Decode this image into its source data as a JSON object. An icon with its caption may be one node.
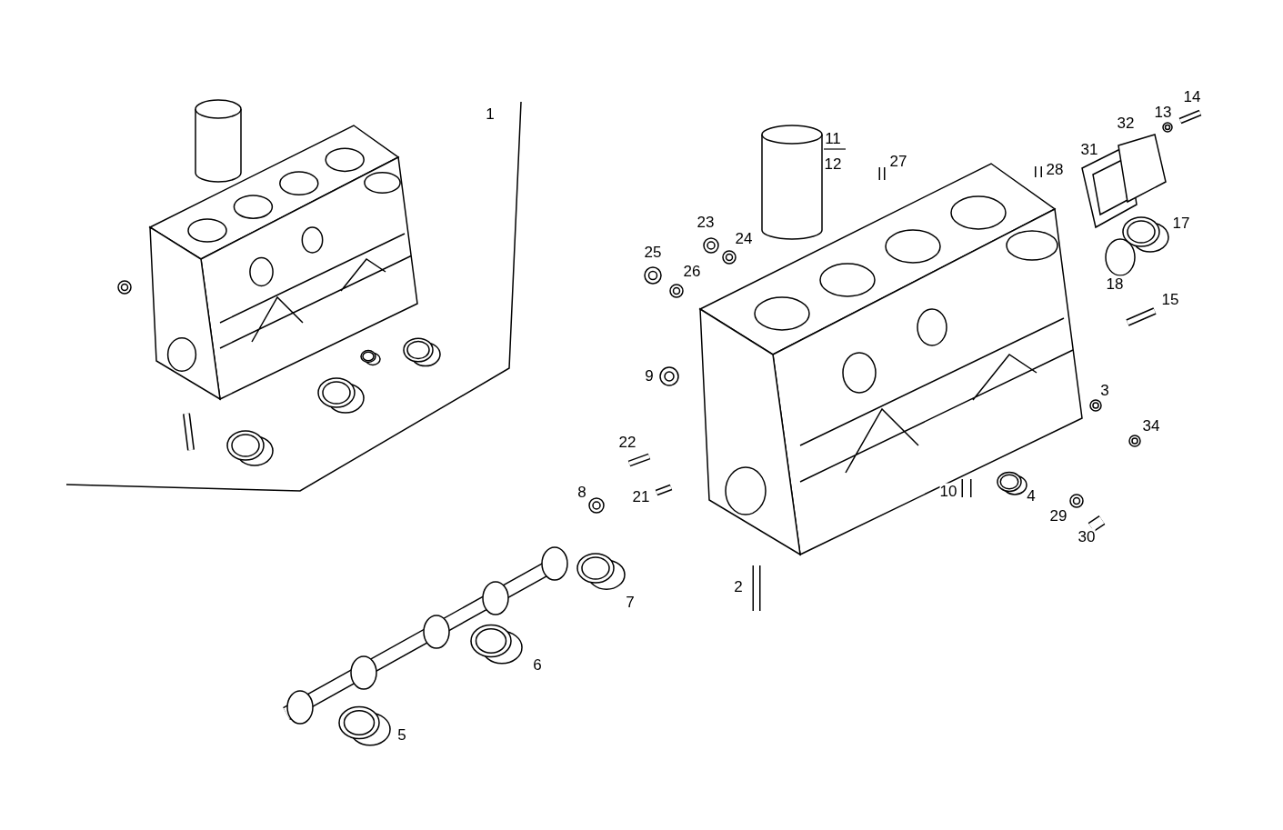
{
  "diagram": {
    "labels": [
      "14",
      "13",
      "32",
      "1",
      "11",
      "12",
      "31",
      "27",
      "28",
      "23",
      "17",
      "24",
      "25",
      "26",
      "18",
      "15",
      "9",
      "3",
      "34",
      "22",
      "8",
      "10",
      "21",
      "4",
      "29",
      "30",
      "2",
      "7",
      "6",
      "5"
    ]
  }
}
